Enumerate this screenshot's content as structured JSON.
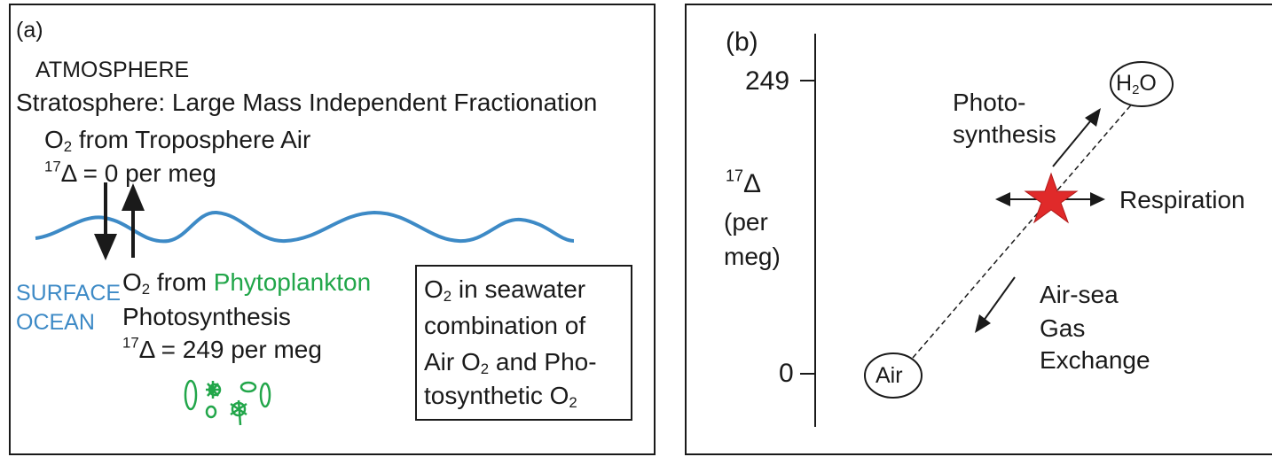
{
  "panel_a": {
    "label": "(a)",
    "atmosphere": "ATMOSPHERE",
    "stratosphere": "Stratosphere: Large Mass Independent Fractionation",
    "o2_trop_o": "O",
    "o2_trop_sub": "2",
    "o2_trop_rest": " from Troposphere Air",
    "delta_air_sup": "17",
    "delta_air_rest": "Δ = 0 per meg",
    "surface": "SURFACE",
    "ocean": "OCEAN",
    "o2_phyto_o": "O",
    "o2_phyto_sub": "2",
    "o2_phyto_from": " from ",
    "phytoplankton": "Phytoplankton",
    "photosynthesis": "Photosynthesis",
    "delta_phyto_sup": "17",
    "delta_phyto_rest": "Δ = 249 per meg",
    "box_line1_o": "O",
    "box_line1_sub": "2",
    "box_line1_rest": " in seawater",
    "box_line2": "combination of",
    "box_line3_a": "Air O",
    "box_line3_sub": "2",
    "box_line3_b": " and Pho-",
    "box_line4_a": "tosynthetic O",
    "box_line4_sub": "2"
  },
  "panel_b": {
    "label": "(b)",
    "tick_249": "249",
    "tick_0": "0",
    "ylabel_sup": "17",
    "ylabel_delta": "Δ",
    "ylabel_per": "(per",
    "ylabel_meg": "meg)",
    "h2o_h": "H",
    "h2o_sub": "2",
    "h2o_o": "O",
    "air": "Air",
    "photo1": "Photo-",
    "photo2": "synthesis",
    "respiration": "Respiration",
    "gas1": "Air-sea",
    "gas2": "Gas",
    "gas3": "Exchange"
  },
  "colors": {
    "ocean_blue": "#3d8ac6",
    "phytoplankton_green": "#22a64a",
    "star_red": "#e02a2a",
    "ink": "#1a1a1a"
  }
}
